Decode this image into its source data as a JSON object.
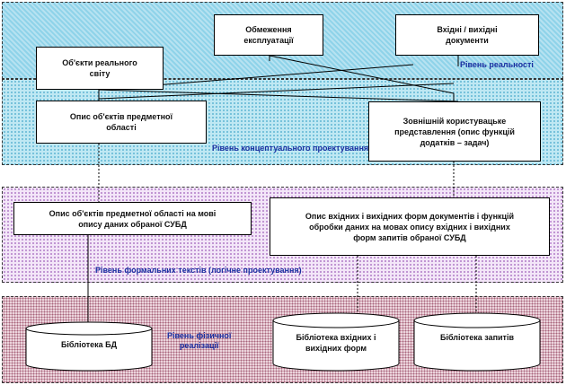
{
  "levels": {
    "reality": "Рівень реальності",
    "conceptual": "Рівень концептуального проектування",
    "formal": "Рівень формальних текстів   (логічне проектування)",
    "physical": "Рівень фізичної\nреалізації"
  },
  "boxes": {
    "real_objects": "Об'єкти реального\nсвіту",
    "operation_limits": "Обмеження\nексплуатації",
    "io_documents": "Вхідні / вихідні\nдокументи",
    "domain_objects_desc": "Опис об'єктів предметної\nобласті",
    "user_view": "Зовнішній користувацьке\nпредставлення  (опис функцій\nдодатків – задач)",
    "domain_desc_dbms": "Опис об'єктів предметної області на мові\nопису даних обраної СУБД",
    "io_forms_desc": "Опис вхідних і вихідних форм документів і функцій\nобробки даних на мовах опису вхідних і вихідних\nформ запитів обраної СУБД"
  },
  "cylinders": {
    "db_library": "Бібліотека БД",
    "io_forms_library": "Бібліотека вхідних і\nвихідних форм",
    "queries_library": "Бібліотека запитів"
  },
  "colors": {
    "reality_band": "#8fd3e9",
    "conceptual_band": "#bfe8f3",
    "formal_band": "#f3e6f8",
    "physical_band": "#ecd4dc",
    "level_text": "#1a2fa0"
  }
}
